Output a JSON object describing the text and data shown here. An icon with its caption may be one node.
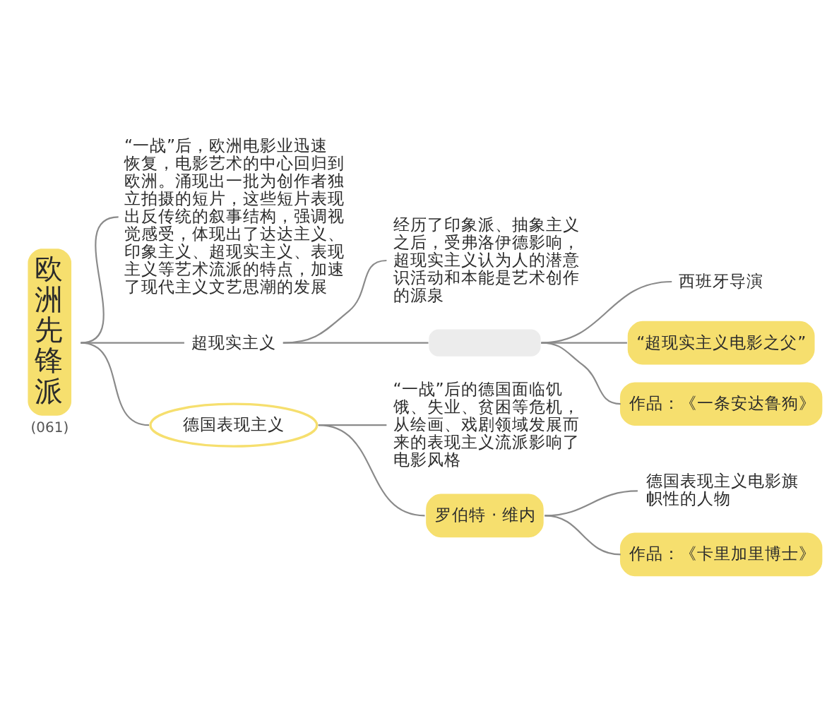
{
  "diagram": {
    "nodes": [
      {
        "text": [
          "欧洲先锋派"
        ],
        "beside": [
          "(061)"
        ]
      },
      {
        "text": [
          "“一战”后，欧洲电影业迅速恢复，电影艺术的中心回归到欧洲。涌现出一批为创作者独立拍摄的短片，这些短片表现出反传统的叙事结构，强调视觉感受，体现出了达达主义、印象主义、超现实主义、表现主义等艺术流派的特点，加速了现代主义文艺思潮的发展"
        ]
      },
      {
        "text": [
          "超现实主义"
        ]
      },
      {
        "text": [
          "经历了印象派、抽象主义之后，受弗洛伊德影响，超现实主义认为人的潜意识活动和本能是艺术创作的源泉"
        ]
      },
      {
        "text": [],
        "shape": "box"
      },
      {
        "text": [
          "西班牙导演"
        ]
      },
      {
        "text": [
          "“超现实主义电影之父”"
        ]
      },
      {
        "text": [
          "作品：《一条安达鲁狗》"
        ]
      },
      {
        "text": [
          "德国表现主义"
        ]
      },
      {
        "text": [
          "“一战”后的德国面临饥饿、失业、贫困等危机，从绘画、戏剧领域发展而来的表现主义流派影响了电影风格"
        ]
      },
      {
        "text": [
          "罗伯特 · 维内"
        ]
      },
      {
        "text": [
          "德国表现主义电影旗帜性的人物"
        ]
      },
      {
        "text": [
          "作品：《卡里加里博士》"
        ]
      }
    ],
    "edges": [
      {
        "from": 0,
        "to": 1,
        "arrow": "none"
      },
      {
        "from": 0,
        "to": 2,
        "arrow": "none"
      },
      {
        "from": 0,
        "to": 8,
        "arrow": "none"
      },
      {
        "from": 2,
        "to": 3,
        "arrow": "none"
      },
      {
        "from": 2,
        "to": 4,
        "arrow": "none"
      },
      {
        "from": 4,
        "to": 5,
        "arrow": "none"
      },
      {
        "from": 4,
        "to": 6,
        "arrow": "none"
      },
      {
        "from": 4,
        "to": 7,
        "arrow": "none"
      },
      {
        "from": 8,
        "to": 9,
        "arrow": "none"
      },
      {
        "from": 8,
        "to": 10,
        "arrow": "none"
      },
      {
        "from": 10,
        "to": 11,
        "arrow": "none"
      },
      {
        "from": 10,
        "to": 12,
        "arrow": "none"
      }
    ]
  }
}
